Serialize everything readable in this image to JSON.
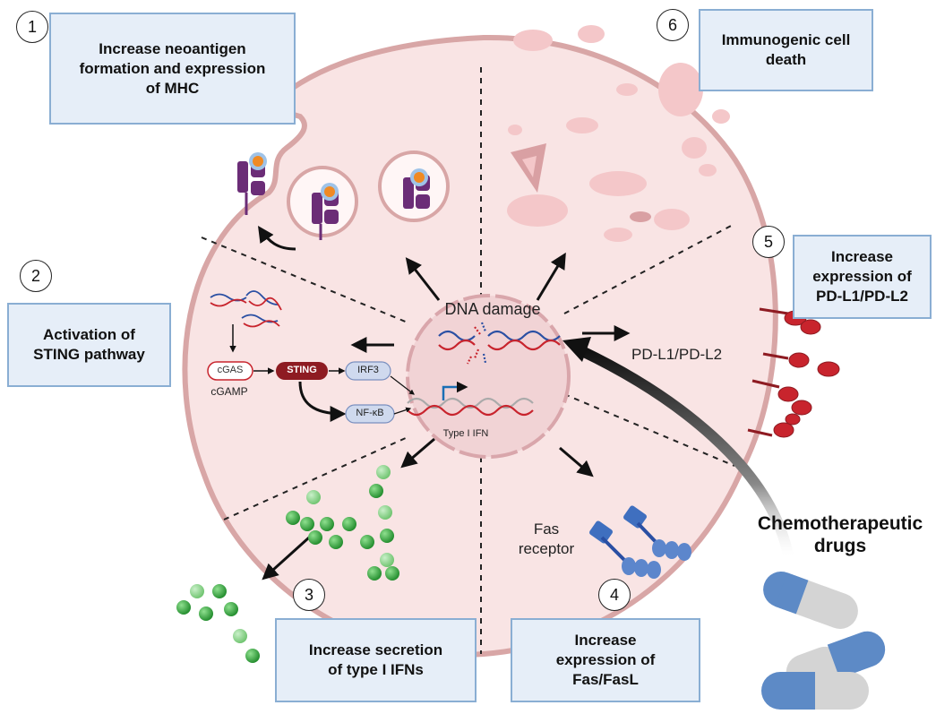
{
  "steps": [
    {
      "number": "1",
      "text": "Increase neoantigen\nformation and expression\nof MHC"
    },
    {
      "number": "2",
      "text": "Activation of\nSTING pathway"
    },
    {
      "number": "3",
      "text": "Increase secretion\nof type I IFNs"
    },
    {
      "number": "4",
      "text": "Increase\nexpression of\nFas/FasL"
    },
    {
      "number": "5",
      "text": "Increase\nexpression of\nPD-L1/PD-L2"
    },
    {
      "number": "6",
      "text": "Immunogenic cell\ndeath"
    }
  ],
  "labels": {
    "dna_damage": "DNA damage",
    "pdl": "PD-L1/PD-L2",
    "type_ifn": "Type I IFN",
    "fas_receptor": "Fas\nreceptor",
    "chemo": "Chemotherapeutic\ndrugs"
  },
  "sting_pathway": {
    "cgas": "cGAS",
    "cgamp": "cGAMP",
    "sting": "STING",
    "irf3": "IRF3",
    "nfkb": "NF-κB"
  },
  "colors": {
    "cell_fill": "#f9e4e4",
    "cell_border": "#d8a6a6",
    "nucleus_fill": "#f1d3d5",
    "box_fill": "#e6eef8",
    "box_border": "#8aaed3",
    "mhc": "#6b2d77",
    "antigen": "#f08a24",
    "sting": "#8e1b22",
    "ifn_green": "#3aa63a",
    "fas_blue": "#3f6fbf",
    "pdl_red": "#c8242d",
    "capsule_blue": "#5d8ac6",
    "capsule_grey": "#cfcfcf"
  }
}
